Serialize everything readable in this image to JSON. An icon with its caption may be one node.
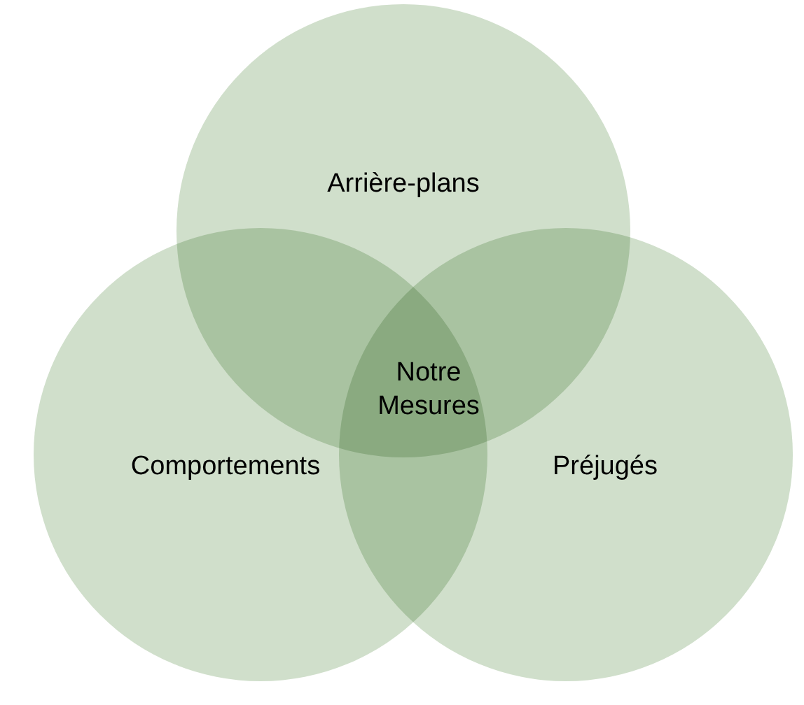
{
  "diagram": {
    "nodes": [
      {
        "text": [
          "Arrière-plans"
        ]
      },
      {
        "text": [
          "Comportements"
        ]
      },
      {
        "text": [
          "Préjugés"
        ]
      }
    ],
    "edges": [],
    "labels": [
      "Notre Mesures"
    ]
  }
}
